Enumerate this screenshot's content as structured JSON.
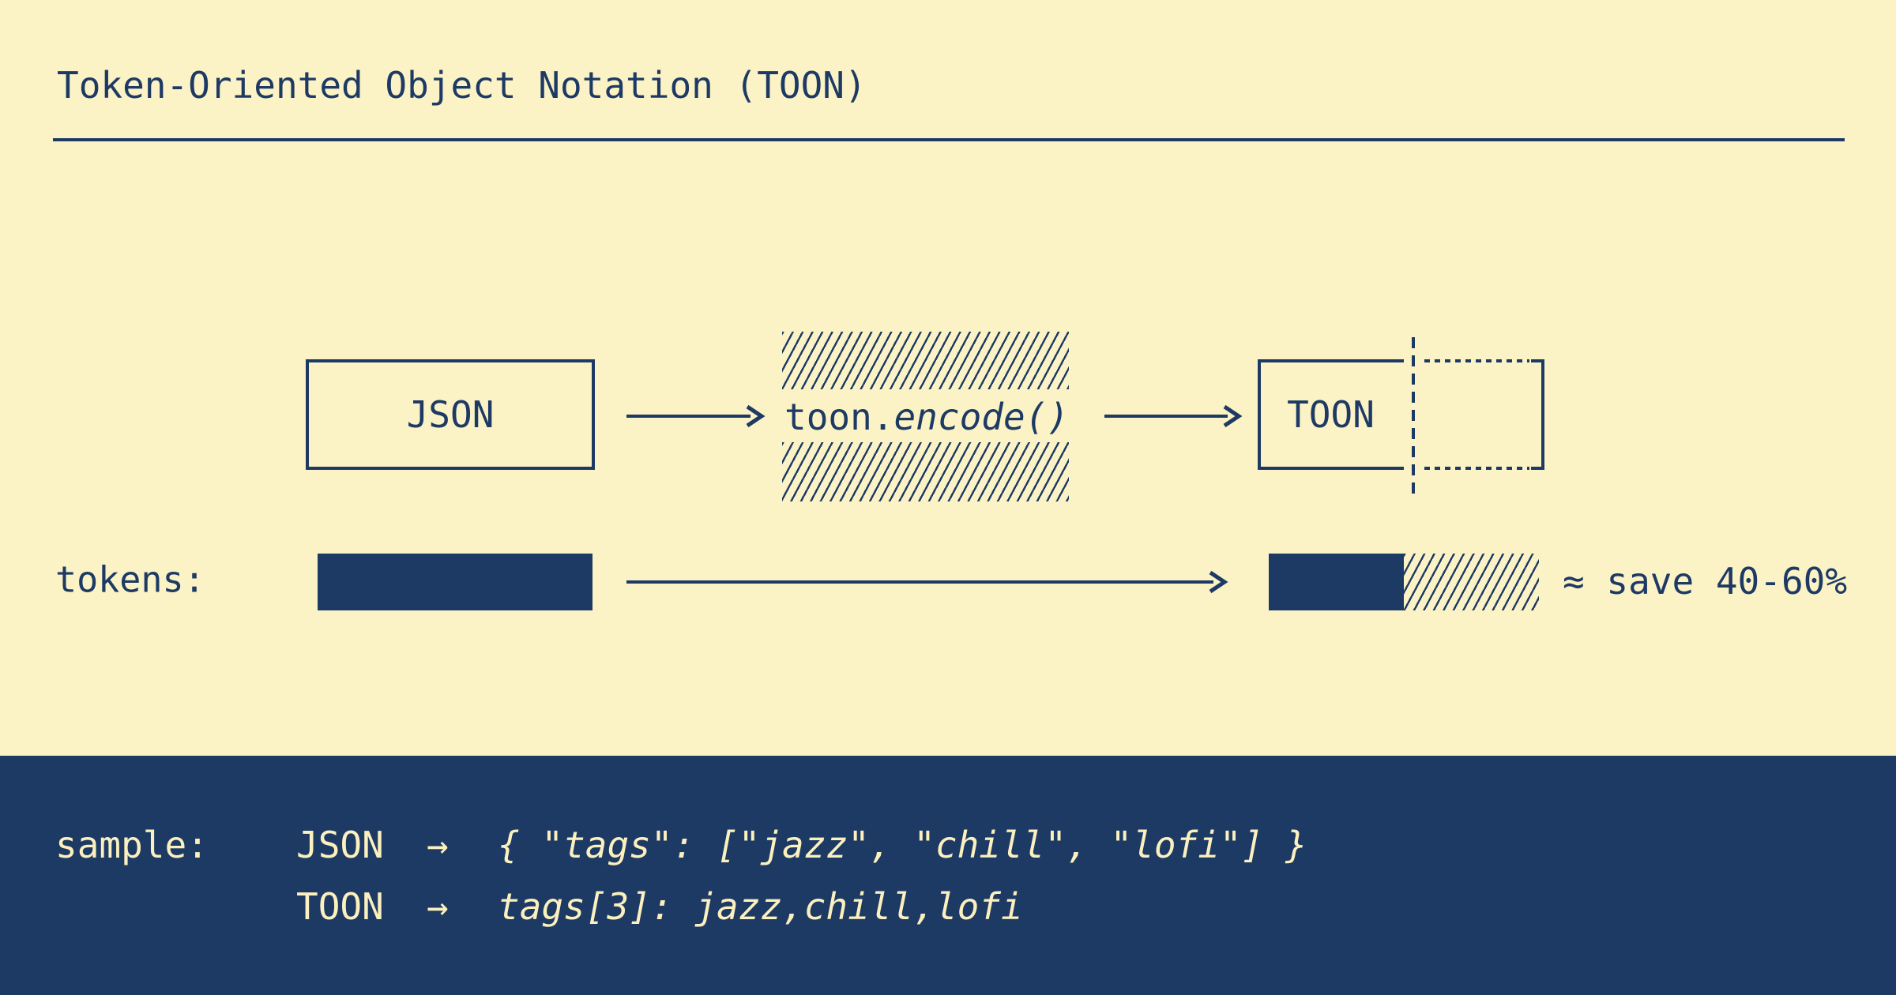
{
  "colors": {
    "cream": "#FBF2C5",
    "navy": "#1D3A64",
    "cream_text": "#FBF0BE"
  },
  "header": {
    "title": "Token-Oriented Object Notation (TOON)"
  },
  "flow": {
    "input_label": "JSON",
    "encode_prefix": "toon.",
    "encode_call": "encode()",
    "output_label": "TOON"
  },
  "tokens": {
    "label": "tokens:",
    "savings_text": "≈ save 40-60%"
  },
  "sample": {
    "label": "sample:",
    "rows": [
      {
        "format": "JSON",
        "arrow": "→",
        "code": "{ \"tags\": [\"jazz\", \"chill\", \"lofi\"] }"
      },
      {
        "format": "TOON",
        "arrow": "→",
        "code": "tags[3]: jazz,chill,lofi"
      }
    ]
  }
}
